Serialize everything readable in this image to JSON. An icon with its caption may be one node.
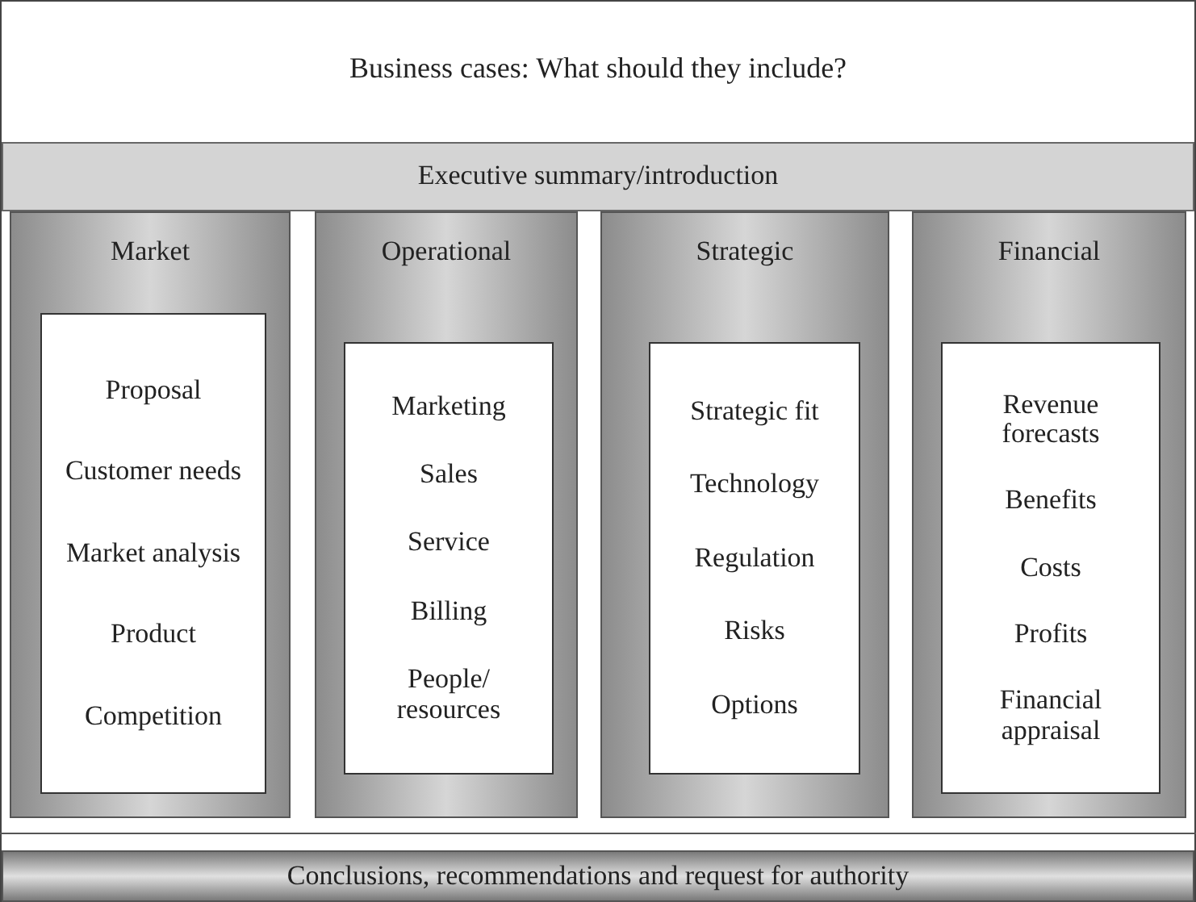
{
  "diagram": {
    "title": "Business cases: What should they include?",
    "nodes": [
      {
        "text": [
          "Executive summary/introduction"
        ]
      },
      {
        "text": [
          "Market"
        ]
      },
      {
        "text": [
          "Proposal",
          "Customer needs",
          "Market analysis",
          "Product",
          "Competition"
        ],
        "in": 1
      },
      {
        "text": [
          "Operational"
        ]
      },
      {
        "text": [
          "Marketing",
          "Sales",
          "Service",
          "Billing",
          "People/ resources"
        ],
        "in": 3
      },
      {
        "text": [
          "Strategic"
        ]
      },
      {
        "text": [
          "Strategic fit",
          "Technology",
          "Regulation",
          "Risks",
          "Options"
        ],
        "in": 5
      },
      {
        "text": [
          "Financial"
        ]
      },
      {
        "text": [
          "Revenue forecasts",
          "Benefits",
          "Costs",
          "Profits",
          "Financial appraisal"
        ],
        "in": 7
      },
      {
        "text": [
          "Conclusions, recommendations and request for authority"
        ]
      }
    ]
  }
}
